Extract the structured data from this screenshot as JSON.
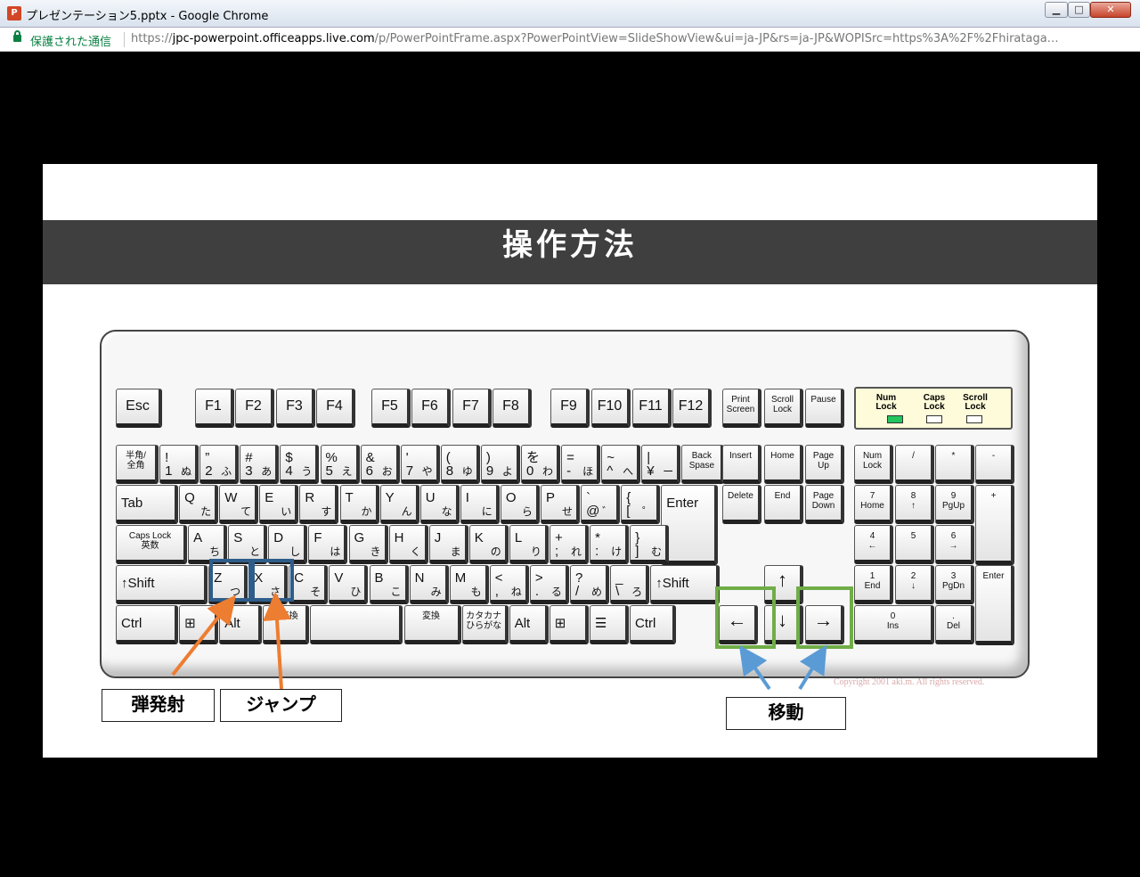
{
  "window": {
    "app_icon": "P",
    "title": "プレゼンテーション5.pptx - Google Chrome",
    "minimize": "▁",
    "maximize": "□",
    "close": "✕"
  },
  "address_bar": {
    "secure_label": "保護された通信",
    "url_scheme": "https://",
    "url_host": "jpc-powerpoint.officeapps.live.com",
    "url_rest": "/p/PowerPointFrame.aspx?PowerPointView=SlideShowView&ui=ja-JP&rs=ja-JP&WOPISrc=https%3A%2F%2Fhirataga…"
  },
  "slide": {
    "title": "操作方法",
    "copyright": "Copyright 2001 aki.m. All rights reserved.",
    "captions": {
      "fire": "弾発射",
      "jump": "ジャンプ",
      "move": "移動"
    },
    "highlight_colors": {
      "blue": "#2e5d8a",
      "green": "#70ad47",
      "orange_arrow": "#ed7d31",
      "blue_arrow": "#5b9bd5"
    }
  },
  "keyboard": {
    "leds": [
      "Num\nLock",
      "Caps\nLock",
      "Scroll\nLock"
    ],
    "rows": {
      "function": [
        "Esc",
        "F1",
        "F2",
        "F3",
        "F4",
        "F5",
        "F6",
        "F7",
        "F8",
        "F9",
        "F10",
        "F11",
        "F12"
      ],
      "system": [
        "Print\nScreen",
        "Scroll\nLock",
        "Pause"
      ],
      "number": [
        [
          "半角/\n全角",
          ""
        ],
        [
          "!\n1",
          "ぬ"
        ],
        [
          "”\n2",
          "ふ"
        ],
        [
          "#\n3",
          "あ"
        ],
        [
          "$\n4",
          "う"
        ],
        [
          "%\n5",
          "え"
        ],
        [
          "&\n6",
          "お"
        ],
        [
          "'\n7",
          "や"
        ],
        [
          "(\n8",
          "ゆ"
        ],
        [
          ")\n9",
          "よ"
        ],
        [
          "を\n0",
          "わ"
        ],
        [
          "=\n-",
          "ほ"
        ],
        [
          "~\n^",
          "へ"
        ],
        [
          "|\n¥",
          "ー"
        ],
        [
          "Back\nSpase",
          ""
        ]
      ],
      "top": [
        [
          "Tab",
          ""
        ],
        [
          "Q",
          "た"
        ],
        [
          "W",
          "て"
        ],
        [
          "E",
          "い"
        ],
        [
          "R",
          "す"
        ],
        [
          "T",
          "か"
        ],
        [
          "Y",
          "ん"
        ],
        [
          "U",
          "な"
        ],
        [
          "I",
          "に"
        ],
        [
          "O",
          "ら"
        ],
        [
          "P",
          "せ"
        ],
        [
          "`\n@",
          "゛"
        ],
        [
          "{\n[",
          "゜"
        ],
        [
          "Enter",
          ""
        ]
      ],
      "home": [
        [
          "Caps Lock\n英数",
          ""
        ],
        [
          "A",
          "ち"
        ],
        [
          "S",
          "と"
        ],
        [
          "D",
          "し"
        ],
        [
          "F",
          "は"
        ],
        [
          "G",
          "き"
        ],
        [
          "H",
          "く"
        ],
        [
          "J",
          "ま"
        ],
        [
          "K",
          "の"
        ],
        [
          "L",
          "り"
        ],
        [
          "+\n;",
          "れ"
        ],
        [
          "*\n:",
          "け"
        ],
        [
          "}\n]",
          "む"
        ]
      ],
      "bottom": [
        [
          "↑Shift",
          ""
        ],
        [
          "Z",
          "つ"
        ],
        [
          "X",
          "さ"
        ],
        [
          "C",
          "そ"
        ],
        [
          "V",
          "ひ"
        ],
        [
          "B",
          "こ"
        ],
        [
          "N",
          "み"
        ],
        [
          "M",
          "も"
        ],
        [
          "<\n,",
          "ね"
        ],
        [
          ">\n.",
          "る"
        ],
        [
          "?\n/",
          "め"
        ],
        [
          "_\n\\",
          "ろ"
        ],
        [
          "↑Shift",
          ""
        ]
      ],
      "space": [
        "Ctrl",
        "⊞",
        "Alt",
        "無変換",
        "",
        "変換",
        "カタカナ\nひらがな",
        "Alt",
        "⊞",
        "☰",
        "Ctrl"
      ],
      "nav": [
        "Insert",
        "Home",
        "Page\nUp",
        "Delete",
        "End",
        "Page\nDown"
      ],
      "arrows": [
        "↑",
        "←",
        "↓",
        "→"
      ],
      "numpad": [
        "Num\nLock",
        "/",
        "*",
        "-",
        "7\nHome",
        "8\n↑",
        "9\nPgUp",
        "+",
        "4\n←",
        "5",
        "6\n→",
        "1\nEnd",
        "2\n↓",
        "3\nPgDn",
        "Enter",
        "0\nIns",
        ".\nDel"
      ]
    }
  }
}
